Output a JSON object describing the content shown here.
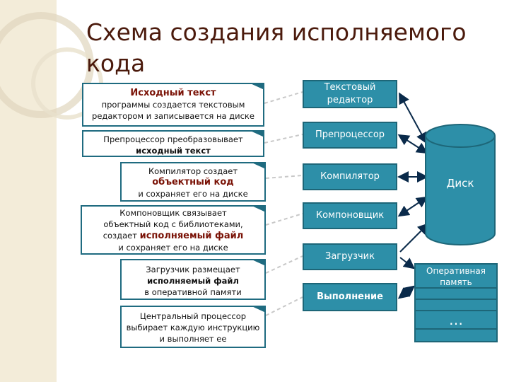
{
  "title": "Схема создания исполняемого кода",
  "notes": [
    {
      "line1_bold": "Исходный текст",
      "line2": "программы создается текстовым",
      "line3": "редактором и записывается на диске"
    },
    {
      "line1": "Препроцессор преобразовывает",
      "line2_bold": "исходный текст"
    },
    {
      "line1": "Компилятор создает",
      "line2_red": "объектный код",
      "line3": "и сохраняет его на диске"
    },
    {
      "line1": "Компоновщик связывает",
      "line2": "объектный код с библиотеками,",
      "line3_prefix": "создает",
      "line3_red": "исполняемый файл",
      "line4": "и сохраняет его на диске"
    },
    {
      "line1": "Загрузчик размещает",
      "line2_bold": "исполняемый файл",
      "line3": "в оперативной памяти"
    },
    {
      "line1": "Центральный процессор",
      "line2": "выбирает каждую инструкцию",
      "line3": "и выполняет ее"
    }
  ],
  "steps": [
    "Текстовый редактор",
    "Препроцессор",
    "Компилятор",
    "Компоновщик",
    "Загрузчик",
    "Выполнение"
  ],
  "disk": "Диск",
  "memory": {
    "label": "Оперативная память",
    "ellipsis": "…"
  },
  "colors": {
    "accent": "#2d8fa8",
    "border": "#1d6678",
    "title": "#4b1a0c",
    "highlight": "#7a1206"
  }
}
